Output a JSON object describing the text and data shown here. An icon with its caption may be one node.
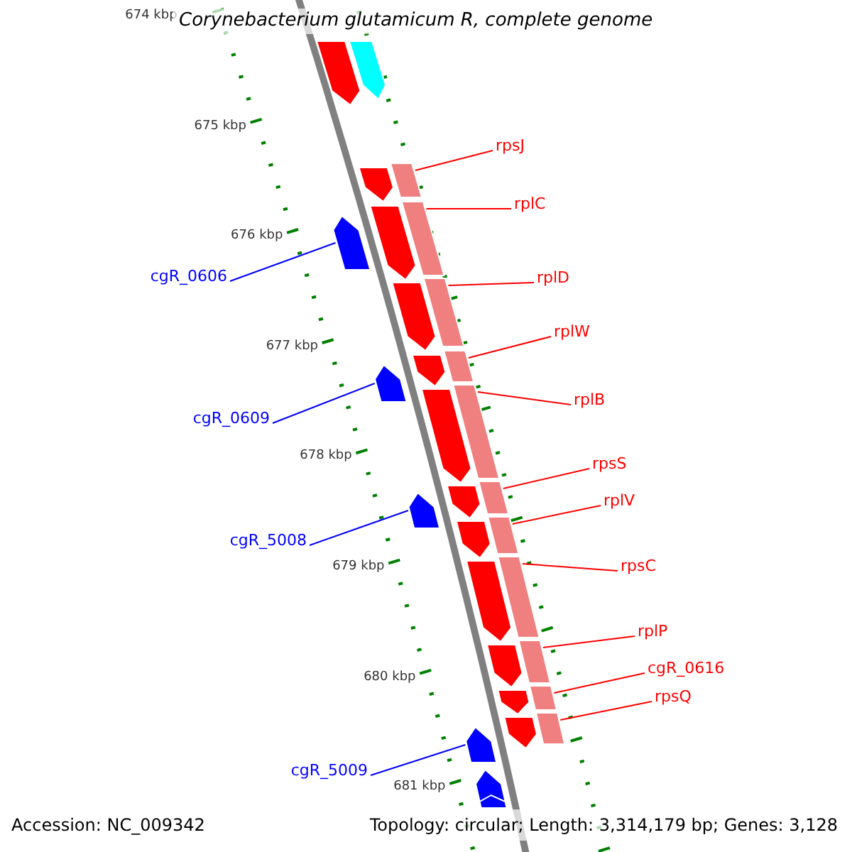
{
  "diagram": {
    "title": "Corynebacterium glutamicum R, complete genome",
    "nodes": [
      {
        "text": [
          "rpsJ"
        ]
      },
      {
        "text": [
          "rplC"
        ]
      },
      {
        "text": [
          "rplD"
        ]
      },
      {
        "text": [
          "rplW"
        ]
      },
      {
        "text": [
          "rplB"
        ]
      },
      {
        "text": [
          "rpsS"
        ]
      },
      {
        "text": [
          "rplV"
        ]
      },
      {
        "text": [
          "rpsC"
        ]
      },
      {
        "text": [
          "rplP"
        ]
      },
      {
        "text": [
          "cgR_0616"
        ]
      },
      {
        "text": [
          "rpsQ"
        ]
      },
      {
        "text": [
          "cgR_0606"
        ]
      },
      {
        "text": [
          "cgR_0609"
        ]
      },
      {
        "text": [
          "cgR_5008"
        ]
      },
      {
        "text": [
          "cgR_5009"
        ]
      },
      {
        "text": [],
        "shape": "pentagon"
      },
      {
        "text": [],
        "shape": "pentagon"
      },
      {
        "text": [],
        "shape": "pentagon"
      },
      {
        "text": [],
        "shape": "pentagon"
      },
      {
        "text": [],
        "shape": "pentagon"
      },
      {
        "text": [],
        "shape": "pentagon"
      },
      {
        "text": [],
        "shape": "pentagon"
      },
      {
        "text": [],
        "shape": "pentagon"
      },
      {
        "text": [],
        "shape": "pentagon"
      },
      {
        "text": [],
        "shape": "pentagon"
      },
      {
        "text": [],
        "shape": "pentagon"
      },
      {
        "text": [],
        "shape": "pentagon"
      },
      {
        "text": [],
        "shape": "pentagon"
      },
      {
        "text": [],
        "shape": "bar"
      },
      {
        "text": [],
        "shape": "bar"
      },
      {
        "text": [],
        "shape": "bar"
      },
      {
        "text": [],
        "shape": "bar"
      },
      {
        "text": [],
        "shape": "bar"
      },
      {
        "text": [],
        "shape": "bar"
      },
      {
        "text": [],
        "shape": "bar"
      },
      {
        "text": [],
        "shape": "bar"
      },
      {
        "text": [],
        "shape": "bar"
      },
      {
        "text": [],
        "shape": "bar"
      },
      {
        "text": [],
        "shape": "bar"
      },
      {
        "text": [],
        "shape": "pentagon"
      },
      {
        "text": [],
        "shape": "pentagon"
      },
      {
        "text": [],
        "shape": "pentagon"
      },
      {
        "text": [],
        "shape": "pentagon"
      },
      {
        "text": [],
        "shape": "pentagon"
      },
      {
        "text": [],
        "shape": "pentagon"
      }
    ],
    "edges": [
      {
        "from": 0,
        "to": 28,
        "arrow": "none"
      },
      {
        "from": 1,
        "to": 29,
        "arrow": "none"
      },
      {
        "from": 2,
        "to": 30,
        "arrow": "none"
      },
      {
        "from": 3,
        "to": 31,
        "arrow": "none"
      },
      {
        "from": 4,
        "to": 32,
        "arrow": "none"
      },
      {
        "from": 5,
        "to": 33,
        "arrow": "none"
      },
      {
        "from": 6,
        "to": 34,
        "arrow": "none"
      },
      {
        "from": 7,
        "to": 35,
        "arrow": "none"
      },
      {
        "from": 8,
        "to": 36,
        "arrow": "none"
      },
      {
        "from": 9,
        "to": 37,
        "arrow": "none"
      },
      {
        "from": 10,
        "to": 38,
        "arrow": "none"
      },
      {
        "from": 11,
        "to": 39,
        "arrow": "none",
        "color": "#0000ff"
      },
      {
        "from": 12,
        "to": 40,
        "arrow": "none",
        "color": "#0000ff"
      },
      {
        "from": 13,
        "to": 41,
        "arrow": "none",
        "color": "#0000ff"
      },
      {
        "from": 14,
        "to": 42,
        "arrow": "none",
        "color": "#0000ff"
      }
    ],
    "labels": [
      "674 kbp",
      "675 kbp",
      "676 kbp",
      "677 kbp",
      "678 kbp",
      "679 kbp",
      "680 kbp",
      "681 kbp",
      "Accession: NC_009342",
      "Topology: circular; Length: 3,314,179 bp; Genes: 3,128"
    ]
  }
}
